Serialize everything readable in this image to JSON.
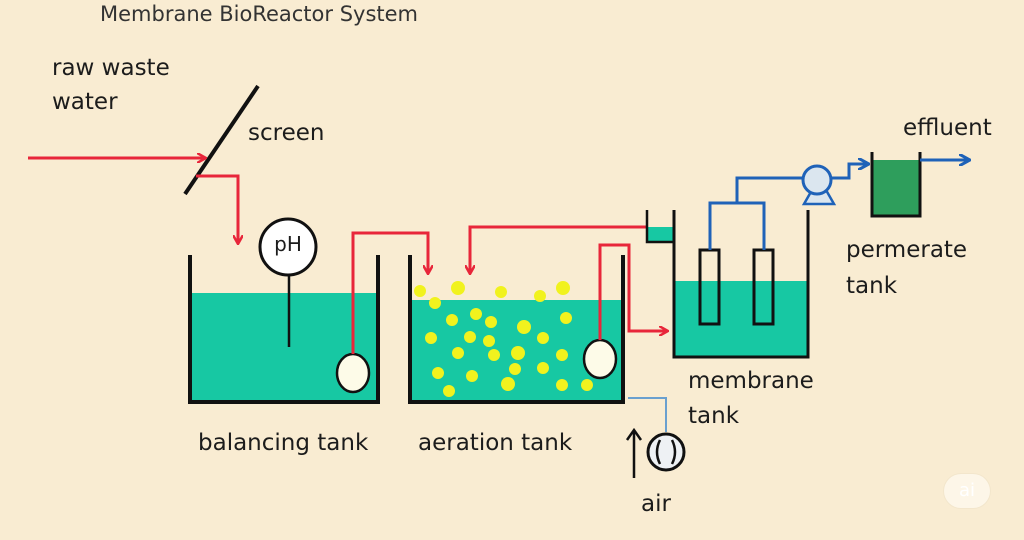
{
  "title": "Membrane BioReactor System",
  "labels": {
    "raw_waste_water": [
      "raw waste",
      "water"
    ],
    "screen": "screen",
    "ph": "pH",
    "balancing_tank": "balancing tank",
    "aeration_tank": "aeration tank",
    "membrane_tank": [
      "membrane",
      "tank"
    ],
    "air": "air",
    "effluent": "effluent",
    "permeate_tank": [
      "permerate",
      "tank"
    ],
    "badge": "ai"
  },
  "colors": {
    "background": "#f9ecd2",
    "water": "#17c8a3",
    "permeate_water": "#2e9e5c",
    "flow_red": "#e8263a",
    "flow_blue": "#1f62b8",
    "air_line": "#6aa0cf",
    "bubbles": "#f1f21e",
    "outline": "#111111"
  }
}
